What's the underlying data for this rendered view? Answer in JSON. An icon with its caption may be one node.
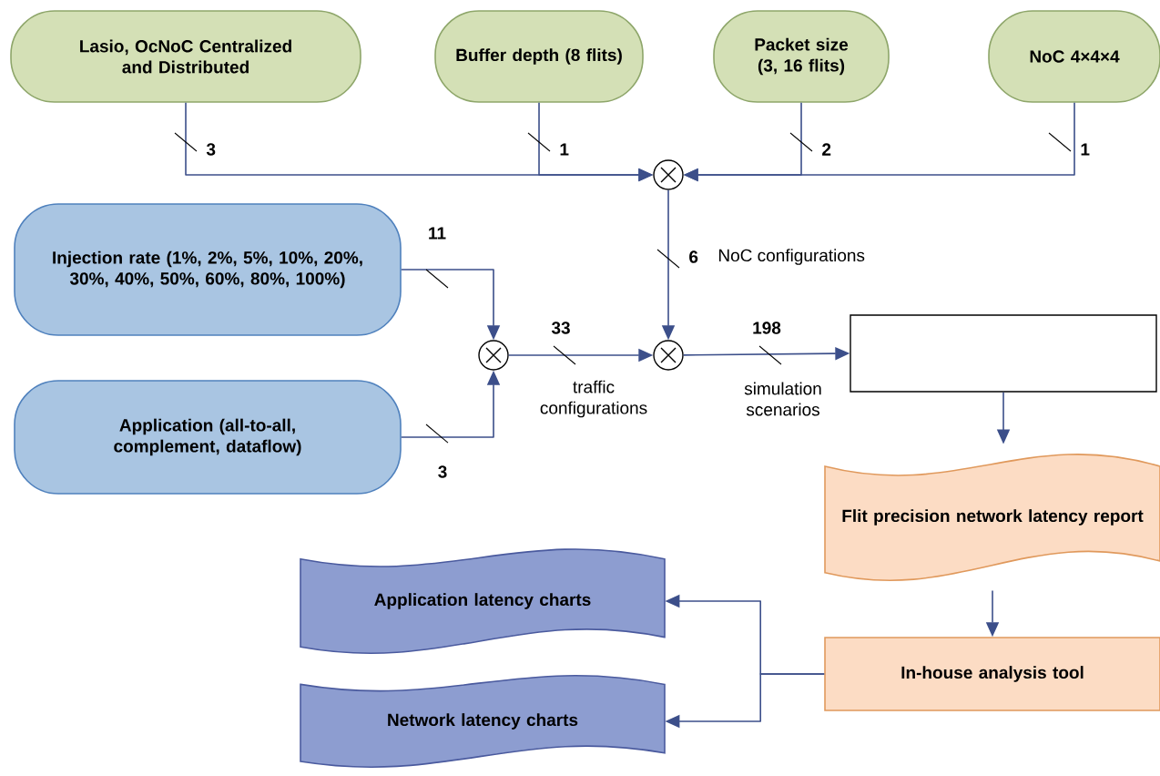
{
  "diagram": {
    "nodes": [
      {
        "text": [
          "Lasio, OcNoC Centralized and Distributed"
        ]
      },
      {
        "text": [
          "Buffer depth (8 flits)"
        ]
      },
      {
        "text": [
          "Packet size (3, 16 flits)"
        ]
      },
      {
        "text": [
          "NoC 4×4×4"
        ]
      },
      {
        "text": [],
        "shape": "circle"
      },
      {
        "text": [
          "Injection rate (1%, 2%, 5%, 10%, 20%, 30%, 40%, 50%, 60%, 80%, 100%)"
        ]
      },
      {
        "text": [
          "Application (all-to-all, complement, dataflow)"
        ]
      },
      {
        "text": [],
        "shape": "circle"
      },
      {
        "text": [],
        "shape": "circle"
      },
      {
        "text": [],
        "shape": "box"
      },
      {
        "text": [
          "Flit precision network latency report"
        ]
      },
      {
        "text": [
          "In-house analysis tool"
        ]
      },
      {
        "text": [
          "Application latency charts"
        ]
      },
      {
        "text": [
          "Network latency charts"
        ]
      }
    ],
    "edges": [
      {
        "from": 0,
        "to": 4,
        "arrow": "to",
        "label": "3"
      },
      {
        "from": 1,
        "to": 4,
        "arrow": "to",
        "label": "1"
      },
      {
        "from": 2,
        "to": 4,
        "arrow": "to",
        "label": "2"
      },
      {
        "from": 3,
        "to": 4,
        "arrow": "to",
        "label": "1"
      },
      {
        "from": 4,
        "to": 8,
        "arrow": "to",
        "label": "6"
      },
      {
        "from": 5,
        "to": 7,
        "arrow": "to",
        "label": "11"
      },
      {
        "from": 6,
        "to": 7,
        "arrow": "to",
        "label": "3"
      },
      {
        "from": 7,
        "to": 8,
        "arrow": "to",
        "label": "33"
      },
      {
        "from": 8,
        "to": 9,
        "arrow": "to",
        "label": "198"
      },
      {
        "from": 9,
        "to": 10,
        "arrow": "to"
      },
      {
        "from": 10,
        "to": 11,
        "arrow": "to"
      },
      {
        "from": 11,
        "to": 12,
        "arrow": "to"
      },
      {
        "from": 11,
        "to": 13,
        "arrow": "to"
      }
    ],
    "labels": [
      "NoC configurations",
      "traffic configurations",
      "simulation scenarios"
    ]
  }
}
